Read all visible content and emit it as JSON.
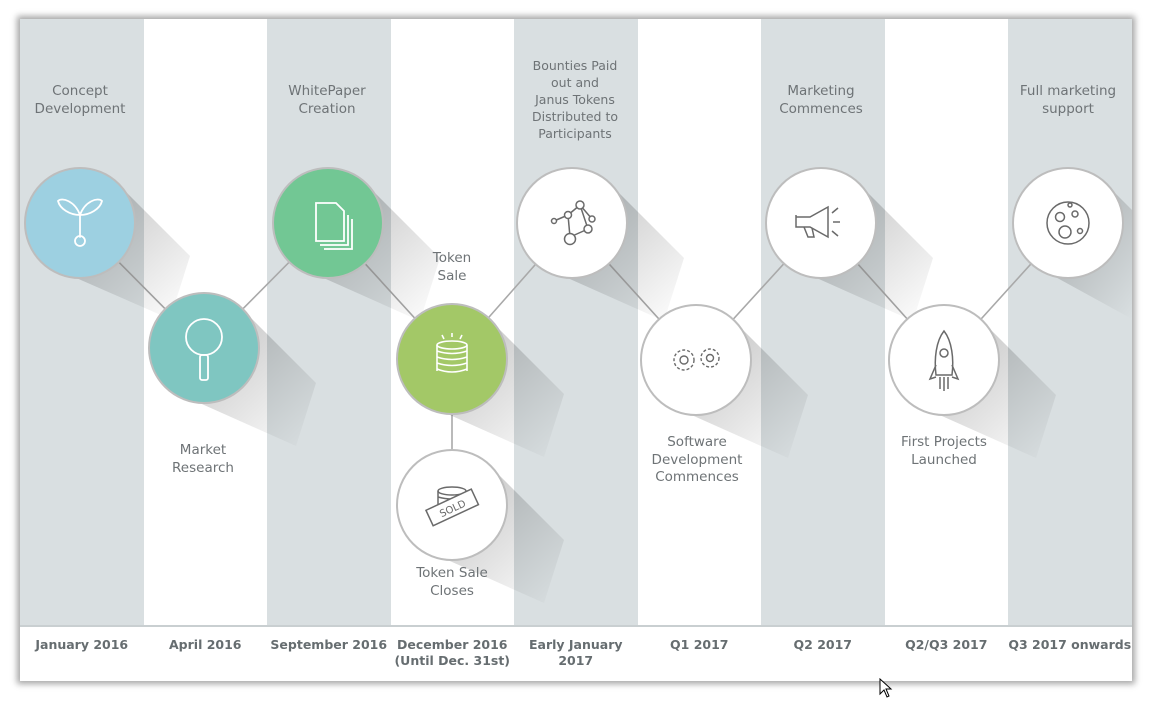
{
  "columns": [
    {
      "date": "January 2016",
      "label_top": "Concept\nDevelopment",
      "label_bottom": ""
    },
    {
      "date": "April 2016",
      "label_top": "",
      "label_bottom": "Market\nResearch"
    },
    {
      "date": "September 2016",
      "label_top": "WhitePaper\nCreation",
      "label_bottom": ""
    },
    {
      "date": "December 2016\n(Until Dec. 31st)",
      "label_top": "Token\nSale",
      "label_bottom": "Token Sale\nCloses"
    },
    {
      "date": "Early January\n2017",
      "label_top": "Bounties Paid\nout and\nJanus Tokens\nDistributed to\nParticipants",
      "label_bottom": ""
    },
    {
      "date": "Q1 2017",
      "label_top": "",
      "label_bottom": "Software\nDevelopment\nCommences"
    },
    {
      "date": "Q2 2017",
      "label_top": "Marketing\nCommences",
      "label_bottom": ""
    },
    {
      "date": "Q2/Q3 2017",
      "label_top": "",
      "label_bottom": "First Projects\nLaunched"
    },
    {
      "date": "Q3 2017 onwards",
      "label_top": "Full marketing\nsupport",
      "label_bottom": ""
    }
  ],
  "nodes": [
    {
      "icon": "sprout-icon",
      "fill": "#9dd0e1"
    },
    {
      "icon": "magnifier-icon",
      "fill": "#7fc6c1"
    },
    {
      "icon": "document-icon",
      "fill": "#72c794"
    },
    {
      "icon": "coin-stack-icon",
      "fill": "#a3c867"
    },
    {
      "icon": "sold-coins-icon",
      "fill": "#ffffff"
    },
    {
      "icon": "network-icon",
      "fill": "#ffffff"
    },
    {
      "icon": "gears-icon",
      "fill": "#ffffff"
    },
    {
      "icon": "megaphone-icon",
      "fill": "#ffffff"
    },
    {
      "icon": "rocket-icon",
      "fill": "#ffffff"
    },
    {
      "icon": "moon-icon",
      "fill": "#ffffff"
    }
  ],
  "colors": {
    "stripe": "#d9dfe1",
    "text": "#6e7376",
    "date_text": "#666d70",
    "connector": "#a9a9a9",
    "icon_stroke": "#6a6a6a",
    "icon_stroke_light": "#ffffff"
  }
}
